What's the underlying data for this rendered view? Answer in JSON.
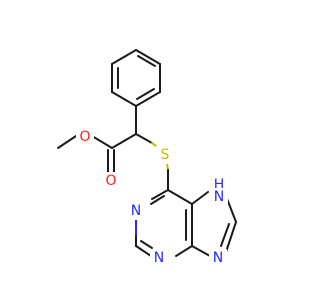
{
  "molecule": {
    "atoms": {
      "O_ether": "O",
      "O_carbonyl": "O",
      "S": "S",
      "N_top": "N",
      "N_bottom": "N",
      "N_imidazole_H": "H",
      "N_imidazole_N": "N",
      "N_imidazole_bottom": "N"
    }
  },
  "colors": {
    "carbon_bonds": "#1a1a1a",
    "oxygen": "#ff2020",
    "nitrogen": "#2b2bff",
    "sulfur": "#bfbf00"
  }
}
